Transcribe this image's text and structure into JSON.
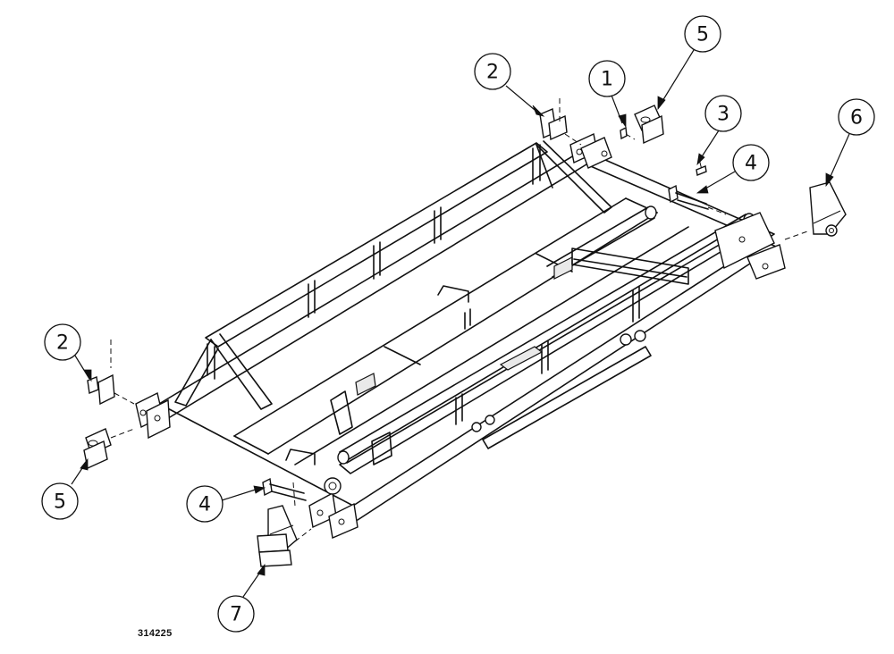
{
  "drawing": {
    "number": "314225"
  },
  "callouts": [
    {
      "id": "c1",
      "label": "1"
    },
    {
      "id": "c2a",
      "label": "2"
    },
    {
      "id": "c2b",
      "label": "2"
    },
    {
      "id": "c3",
      "label": "3"
    },
    {
      "id": "c4a",
      "label": "4"
    },
    {
      "id": "c4b",
      "label": "4"
    },
    {
      "id": "c5a",
      "label": "5"
    },
    {
      "id": "c5b",
      "label": "5"
    },
    {
      "id": "c6",
      "label": "6"
    },
    {
      "id": "c7",
      "label": "7"
    }
  ]
}
